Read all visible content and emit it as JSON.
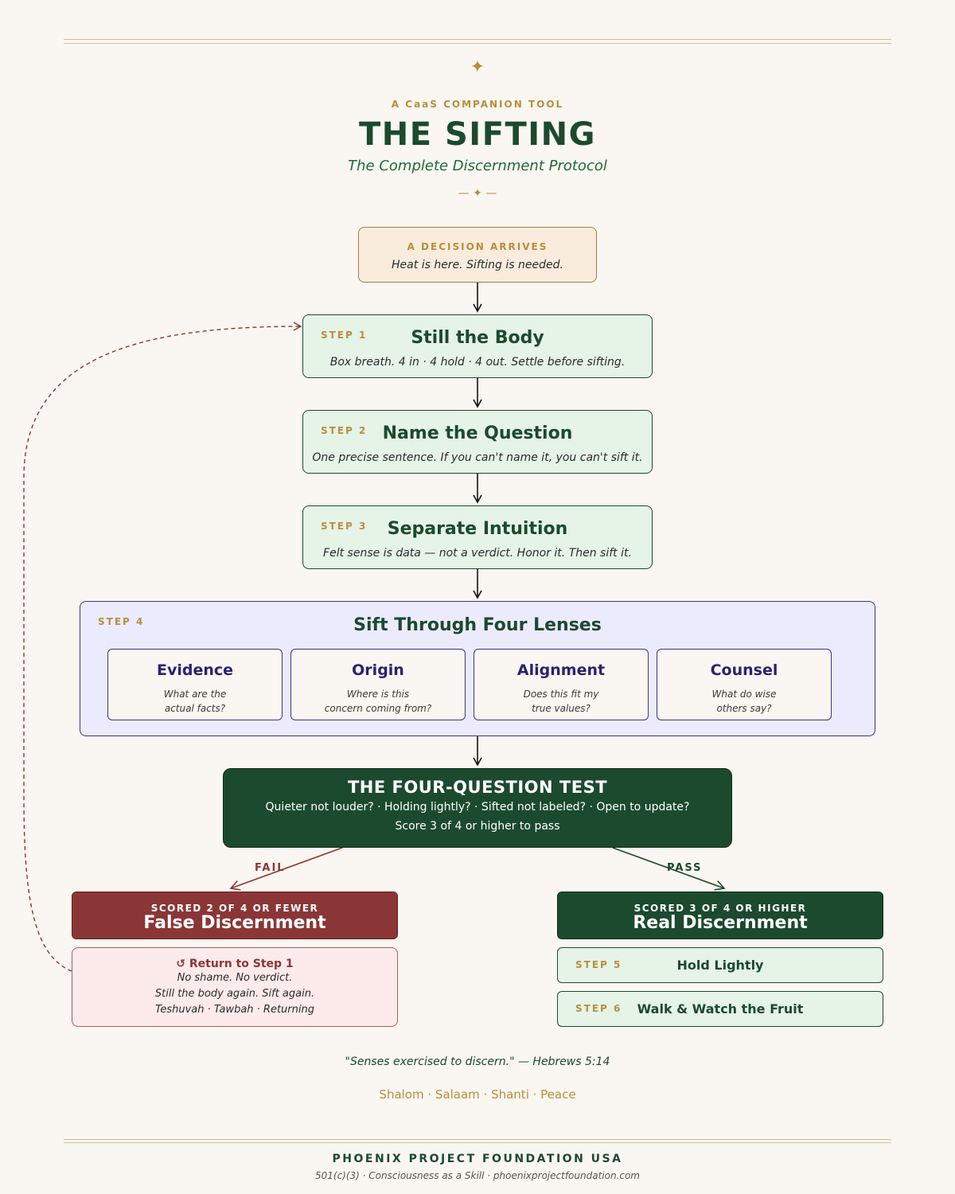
{
  "header": {
    "star": "✦",
    "eyebrow": "A CaaS COMPANION TOOL",
    "title": "THE SIFTING",
    "subtitle": "The Complete Discernment Protocol",
    "divider": "— ✦ —"
  },
  "decision": {
    "label": "A DECISION ARRIVES",
    "text": "Heat is here. Sifting is needed."
  },
  "steps": [
    {
      "tag": "STEP 1",
      "title": "Still the Body",
      "desc": "Box breath. 4 in · 4 hold · 4 out. Settle before sifting."
    },
    {
      "tag": "STEP 2",
      "title": "Name the Question",
      "desc": "One precise sentence. If you can't name it, you can't sift it."
    },
    {
      "tag": "STEP 3",
      "title": "Separate Intuition",
      "desc": "Felt sense is data — not a verdict. Honor it. Then sift it."
    }
  ],
  "lenses": {
    "tag": "STEP 4",
    "title": "Sift Through Four Lenses",
    "items": [
      {
        "name": "Evidence",
        "q1": "What are the",
        "q2": "actual facts?"
      },
      {
        "name": "Origin",
        "q1": "Where is this",
        "q2": "concern coming from?"
      },
      {
        "name": "Alignment",
        "q1": "Does this fit my",
        "q2": "true values?"
      },
      {
        "name": "Counsel",
        "q1": "What do wise",
        "q2": "others say?"
      }
    ]
  },
  "test": {
    "title": "THE FOUR-QUESTION TEST",
    "questions": "Quieter not louder? · Holding lightly? · Sifted not labeled? · Open to update?",
    "score": "Score 3 of 4 or higher to pass"
  },
  "branches": {
    "fail_label": "FAIL",
    "pass_label": "PASS"
  },
  "fail": {
    "sub": "SCORED 2 OF 4 OR FEWER",
    "title": "False Discernment",
    "return_title": "↺ Return to Step 1",
    "lines": [
      "No shame. No verdict.",
      "Still the body again. Sift again.",
      "Teshuvah · Tawbah · Returning"
    ]
  },
  "pass": {
    "sub": "SCORED 3 OF 4 OR HIGHER",
    "title": "Real Discernment",
    "steps": [
      {
        "tag": "STEP 5",
        "title": "Hold Lightly"
      },
      {
        "tag": "STEP 6",
        "title": "Walk & Watch the Fruit"
      }
    ]
  },
  "footer": {
    "quote": "\"Senses exercised to discern.\" — Hebrews 5:14",
    "peace": "Shalom · Salaam · Shanti · Peace",
    "org": "PHOENIX PROJECT FOUNDATION USA",
    "org_sub": "501(c)(3) · Consciousness as a Skill · phoenixprojectfoundation.com"
  },
  "colors": {
    "forest": "#1c4a2e",
    "gold": "#b58f3f",
    "burgundy": "#8b3636",
    "indigo": "#2a2270",
    "cream": "#faf6f1"
  }
}
